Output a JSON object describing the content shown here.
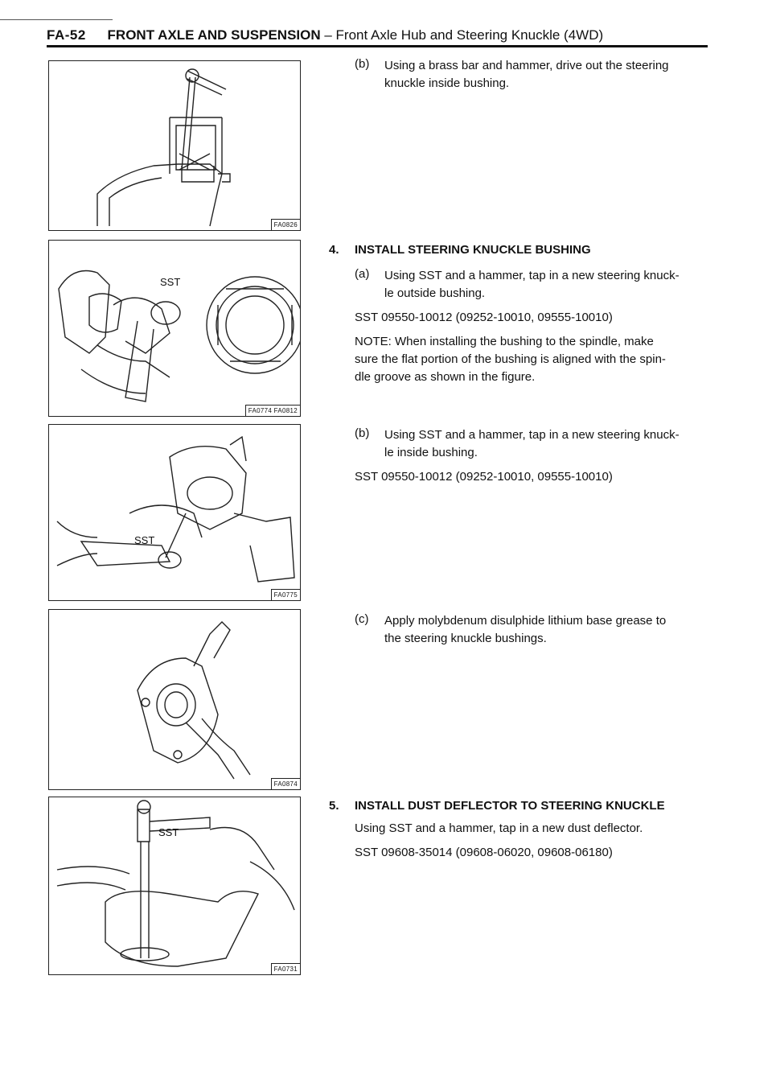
{
  "header": {
    "page_number": "FA-52",
    "section_title": "FRONT AXLE AND SUSPENSION",
    "subtitle": "– Front Axle Hub and Steering Knuckle (4WD)"
  },
  "figures": [
    {
      "code": "FA0826",
      "sst_label": ""
    },
    {
      "code": "FA0774 FA0812",
      "sst_label": "SST"
    },
    {
      "code": "FA0775",
      "sst_label": "SST"
    },
    {
      "code": "FA0874",
      "sst_label": ""
    },
    {
      "code": "FA0731",
      "sst_label": "SST"
    }
  ],
  "steps": {
    "s3b": {
      "label": "(b)",
      "text_line1": "Using a brass bar and hammer, drive out the steering",
      "text_line2": "knuckle inside bushing."
    },
    "s4": {
      "number": "4.",
      "heading": "INSTALL STEERING KNUCKLE BUSHING",
      "a_label": "(a)",
      "a_line1": "Using SST and a hammer, tap in a new steering knuck-",
      "a_line2": "le outside bushing.",
      "a_sst": "SST 09550-10012 (09252-10010, 09555-10010)",
      "note_line1": "NOTE:  When installing the bushing to the spindle, make",
      "note_line2": "sure the flat portion of the bushing is aligned with the spin-",
      "note_line3": "dle groove as shown in the figure.",
      "b_label": "(b)",
      "b_line1": "Using SST and a hammer, tap in a new steering knuck-",
      "b_line2": "le inside bushing.",
      "b_sst": "SST 09550-10012 (09252-10010, 09555-10010)",
      "c_label": "(c)",
      "c_line1": "Apply molybdenum disulphide lithium base grease to",
      "c_line2": "the steering knuckle bushings."
    },
    "s5": {
      "number": "5.",
      "heading": "INSTALL DUST DEFLECTOR TO STEERING KNUCKLE",
      "line1": "Using SST and a hammer, tap in a new dust deflector.",
      "sst": "SST 09608-35014 (09608-06020, 09608-06180)"
    }
  }
}
